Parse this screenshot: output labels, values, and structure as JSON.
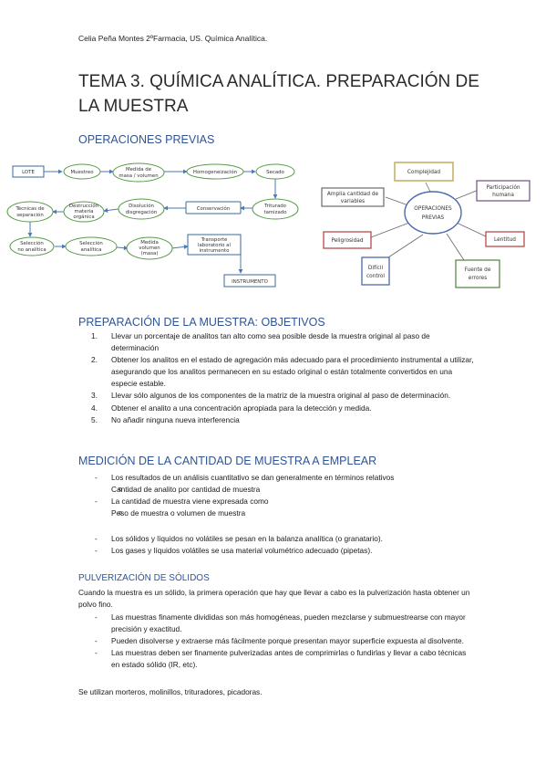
{
  "header": {
    "author": "Celia Peña Montes 2ºFarmacia, US. Química Analítica."
  },
  "title": "TEMA 3. QUÍMICA ANALÍTICA. PREPARACIÓN DE LA MUESTRA",
  "sections": {
    "operaciones": "OPERACIONES PREVIAS",
    "objetivos": "PREPARACIÓN DE LA MUESTRA: OBJETIVOS",
    "medicion": "MEDICIÓN DE LA CANTIDAD DE MUESTRA A EMPLEAR",
    "pulverizacion": "PULVERIZACIÓN DE SÓLIDOS"
  },
  "flow": {
    "lote": "LOTE",
    "muestreo": "Muestreo",
    "medida1": "Medida de",
    "medida2": "masa / volumen",
    "homog": "Homogeneización",
    "secado": "Secado",
    "triturado1": "Triturado",
    "triturado2": "tamizado",
    "conserv": "Conservación",
    "disol1": "Disolución",
    "disol2": "disgregación",
    "destr1": "Destrucción",
    "destr2": "materia",
    "destr3": "orgánica",
    "tecn1": "Técnicas de",
    "tecn2": "separación",
    "selec1": "Selección",
    "selec2": "no analítica",
    "selec3": "Selección",
    "selec4": "analítica",
    "mvol1": "Medida",
    "mvol2": "volumen",
    "mvol3": "(masa)",
    "transp1": "Transporte",
    "transp2": "laboratorio al",
    "transp3": "instrumento",
    "instr": "INSTRUMENTO"
  },
  "mindmap": {
    "center1": "OPERACIONES",
    "center2": "PREVIAS",
    "complej": "Complejidad",
    "particip1": "Participación",
    "particip2": "humana",
    "amplia1": "Amplia cantidad de",
    "amplia2": "variables",
    "lentitud": "Lentitud",
    "peligro": "Peligrosidad",
    "dificil1": "Difícil",
    "dificil2": "control",
    "fuente1": "Fuente de",
    "fuente2": "errores"
  },
  "objetivos": [
    {
      "num": "1.",
      "text": "Llevar un porcentaje de analitos tan alto como sea posible desde la muestra original al paso de determinación"
    },
    {
      "num": "2.",
      "text": "Obtener los analitos en el estado de agregación más adecuado para el procedimiento instrumental a utilizar, asegurando que los analitos permanecen en su estado original o están totalmente convertidos en una especie estable."
    },
    {
      "num": "3.",
      "text": "Llevar sólo algunos de los componentes de la matriz de la muestra original al paso de determinación."
    },
    {
      "num": "4.",
      "text": "Obtener el analito a una concentración apropiada para la detección y medida."
    },
    {
      "num": "5.",
      "text": "No añadir ninguna nueva interferencia"
    }
  ],
  "medicion": {
    "item1": "Los resultados de un análisis cuantitativo se dan generalmente en términos relativos",
    "sub1": "Cantidad de analito por cantidad de muestra",
    "item2": "La cantidad de muestra viene expresada como",
    "sub2": "Peso de muestra o volumen de muestra",
    "item3": "Los sólidos y líquidos no volátiles se pesan en la balanza analítica (o granatario).",
    "item4": "Los gases y líquidos volátiles se usa material volumétrico adecuado (pipetas)."
  },
  "pulverizacion": {
    "intro": "Cuando la muestra es un sólido, la primera operación que hay que llevar a cabo es la pulverización hasta obtener un polvo fino.",
    "items": [
      "Las muestras finamente divididas son más homogéneas, pueden mezclarse y submuestrearse con mayor precisión y exactitud.",
      "Pueden disolverse y extraerse más fácilmente porque presentan mayor superficie expuesta al disolvente.",
      "Las muestras deben ser finamente pulverizadas antes de comprimirlas o fundirlas y llevar a cabo técnicas en estado sólido (IR, etc)."
    ],
    "closing": " Se utilizan morteros, molinillos, trituradores, picadoras."
  },
  "symbols": {
    "dash": "-",
    "circle": "o"
  },
  "colors": {
    "heading": "#2f5496",
    "flow_rect": "#3a6a9a",
    "flow_ellipse": "#5a9a4a",
    "flow_arrow": "#4a7ab8",
    "mm_yellow": "#b8a248",
    "mm_purple": "#7a5a8a",
    "mm_red": "#b84a4a",
    "mm_blue": "#4a6aa8",
    "mm_green": "#5a8a4a"
  }
}
